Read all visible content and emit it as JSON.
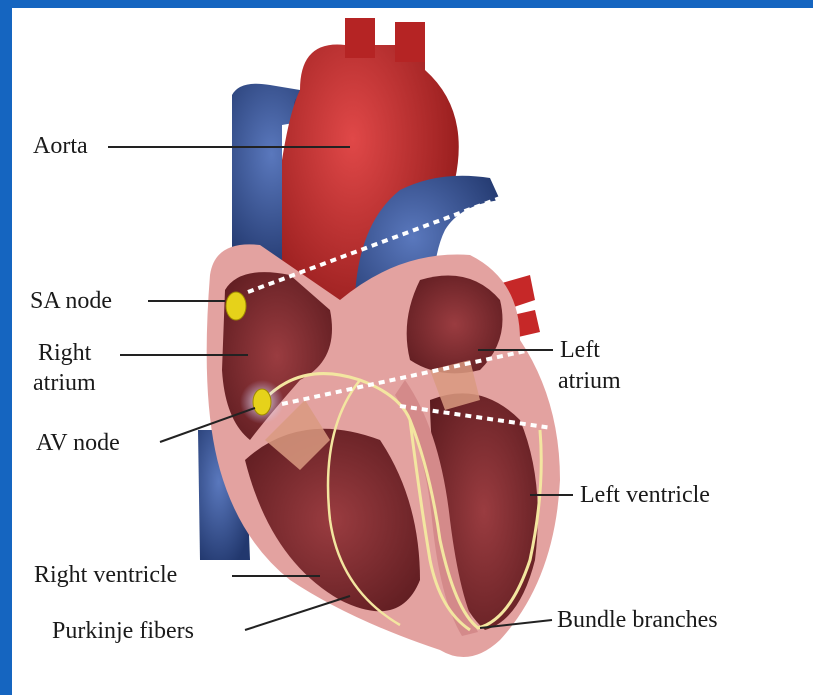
{
  "diagram": {
    "labels": {
      "aorta": "Aorta",
      "sa_node": "SA node",
      "right_atrium_1": "Right",
      "right_atrium_2": "atrium",
      "av_node": "AV node",
      "right_ventricle": "Right ventricle",
      "purkinje_fibers": "Purkinje fibers",
      "left_atrium_1": "Left",
      "left_atrium_2": "atrium",
      "left_ventricle": "Left ventricle",
      "bundle_branches": "Bundle branches"
    },
    "colors": {
      "frame": "#1565c0",
      "aorta": "#c62828",
      "vena_cava": "#3d5a9e",
      "myocardium": "#e8a0a0",
      "chamber": "#7a2a2e",
      "node": "#e6d21a",
      "conduction": "#f3e6a0",
      "dotted_line": "#ffffff"
    }
  }
}
